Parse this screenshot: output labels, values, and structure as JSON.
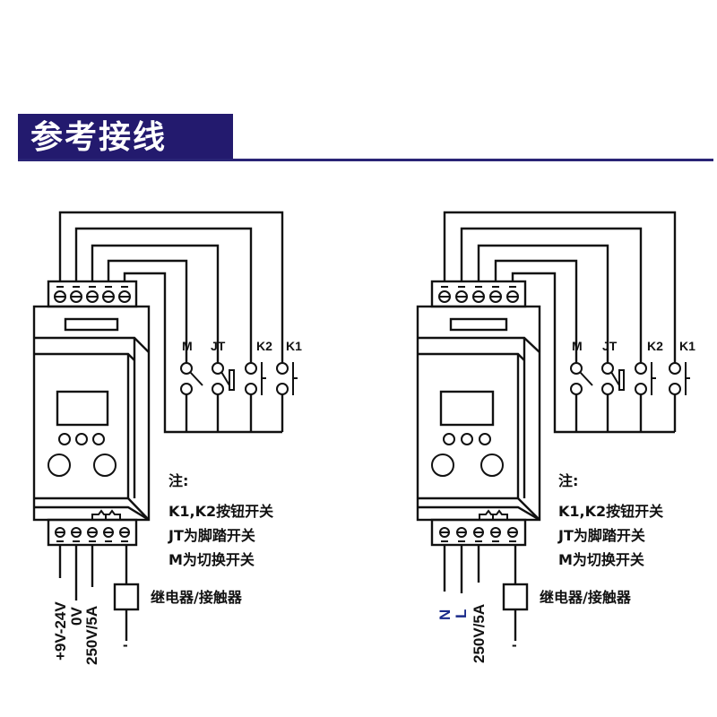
{
  "header": {
    "title": "参考接线",
    "bar_color": "#231a6e"
  },
  "diagrams": [
    {
      "name": "dc-supply",
      "switch_labels": [
        "M",
        "JT",
        "K2",
        "K1"
      ],
      "notes": {
        "heading": "注:",
        "lines": [
          "K1,K2按钮开关",
          "JT为脚踏开关",
          "M为切换开关"
        ]
      },
      "load_label": "继电器/接触器",
      "bottom_labels": [
        "+9V-24V",
        "0V",
        "250V/5A",
        "-"
      ]
    },
    {
      "name": "ac-supply",
      "switch_labels": [
        "M",
        "JT",
        "K2",
        "K1"
      ],
      "notes": {
        "heading": "注:",
        "lines": [
          "K1,K2按钮开关",
          "JT为脚踏开关",
          "M为切换开关"
        ]
      },
      "load_label": "继电器/接触器",
      "bottom_labels": [
        "N",
        "L",
        "250V/5A",
        "-"
      ],
      "bottom_label_colors": {
        "N": "#1a2a8a",
        "L": "#1a2a8a"
      }
    }
  ]
}
